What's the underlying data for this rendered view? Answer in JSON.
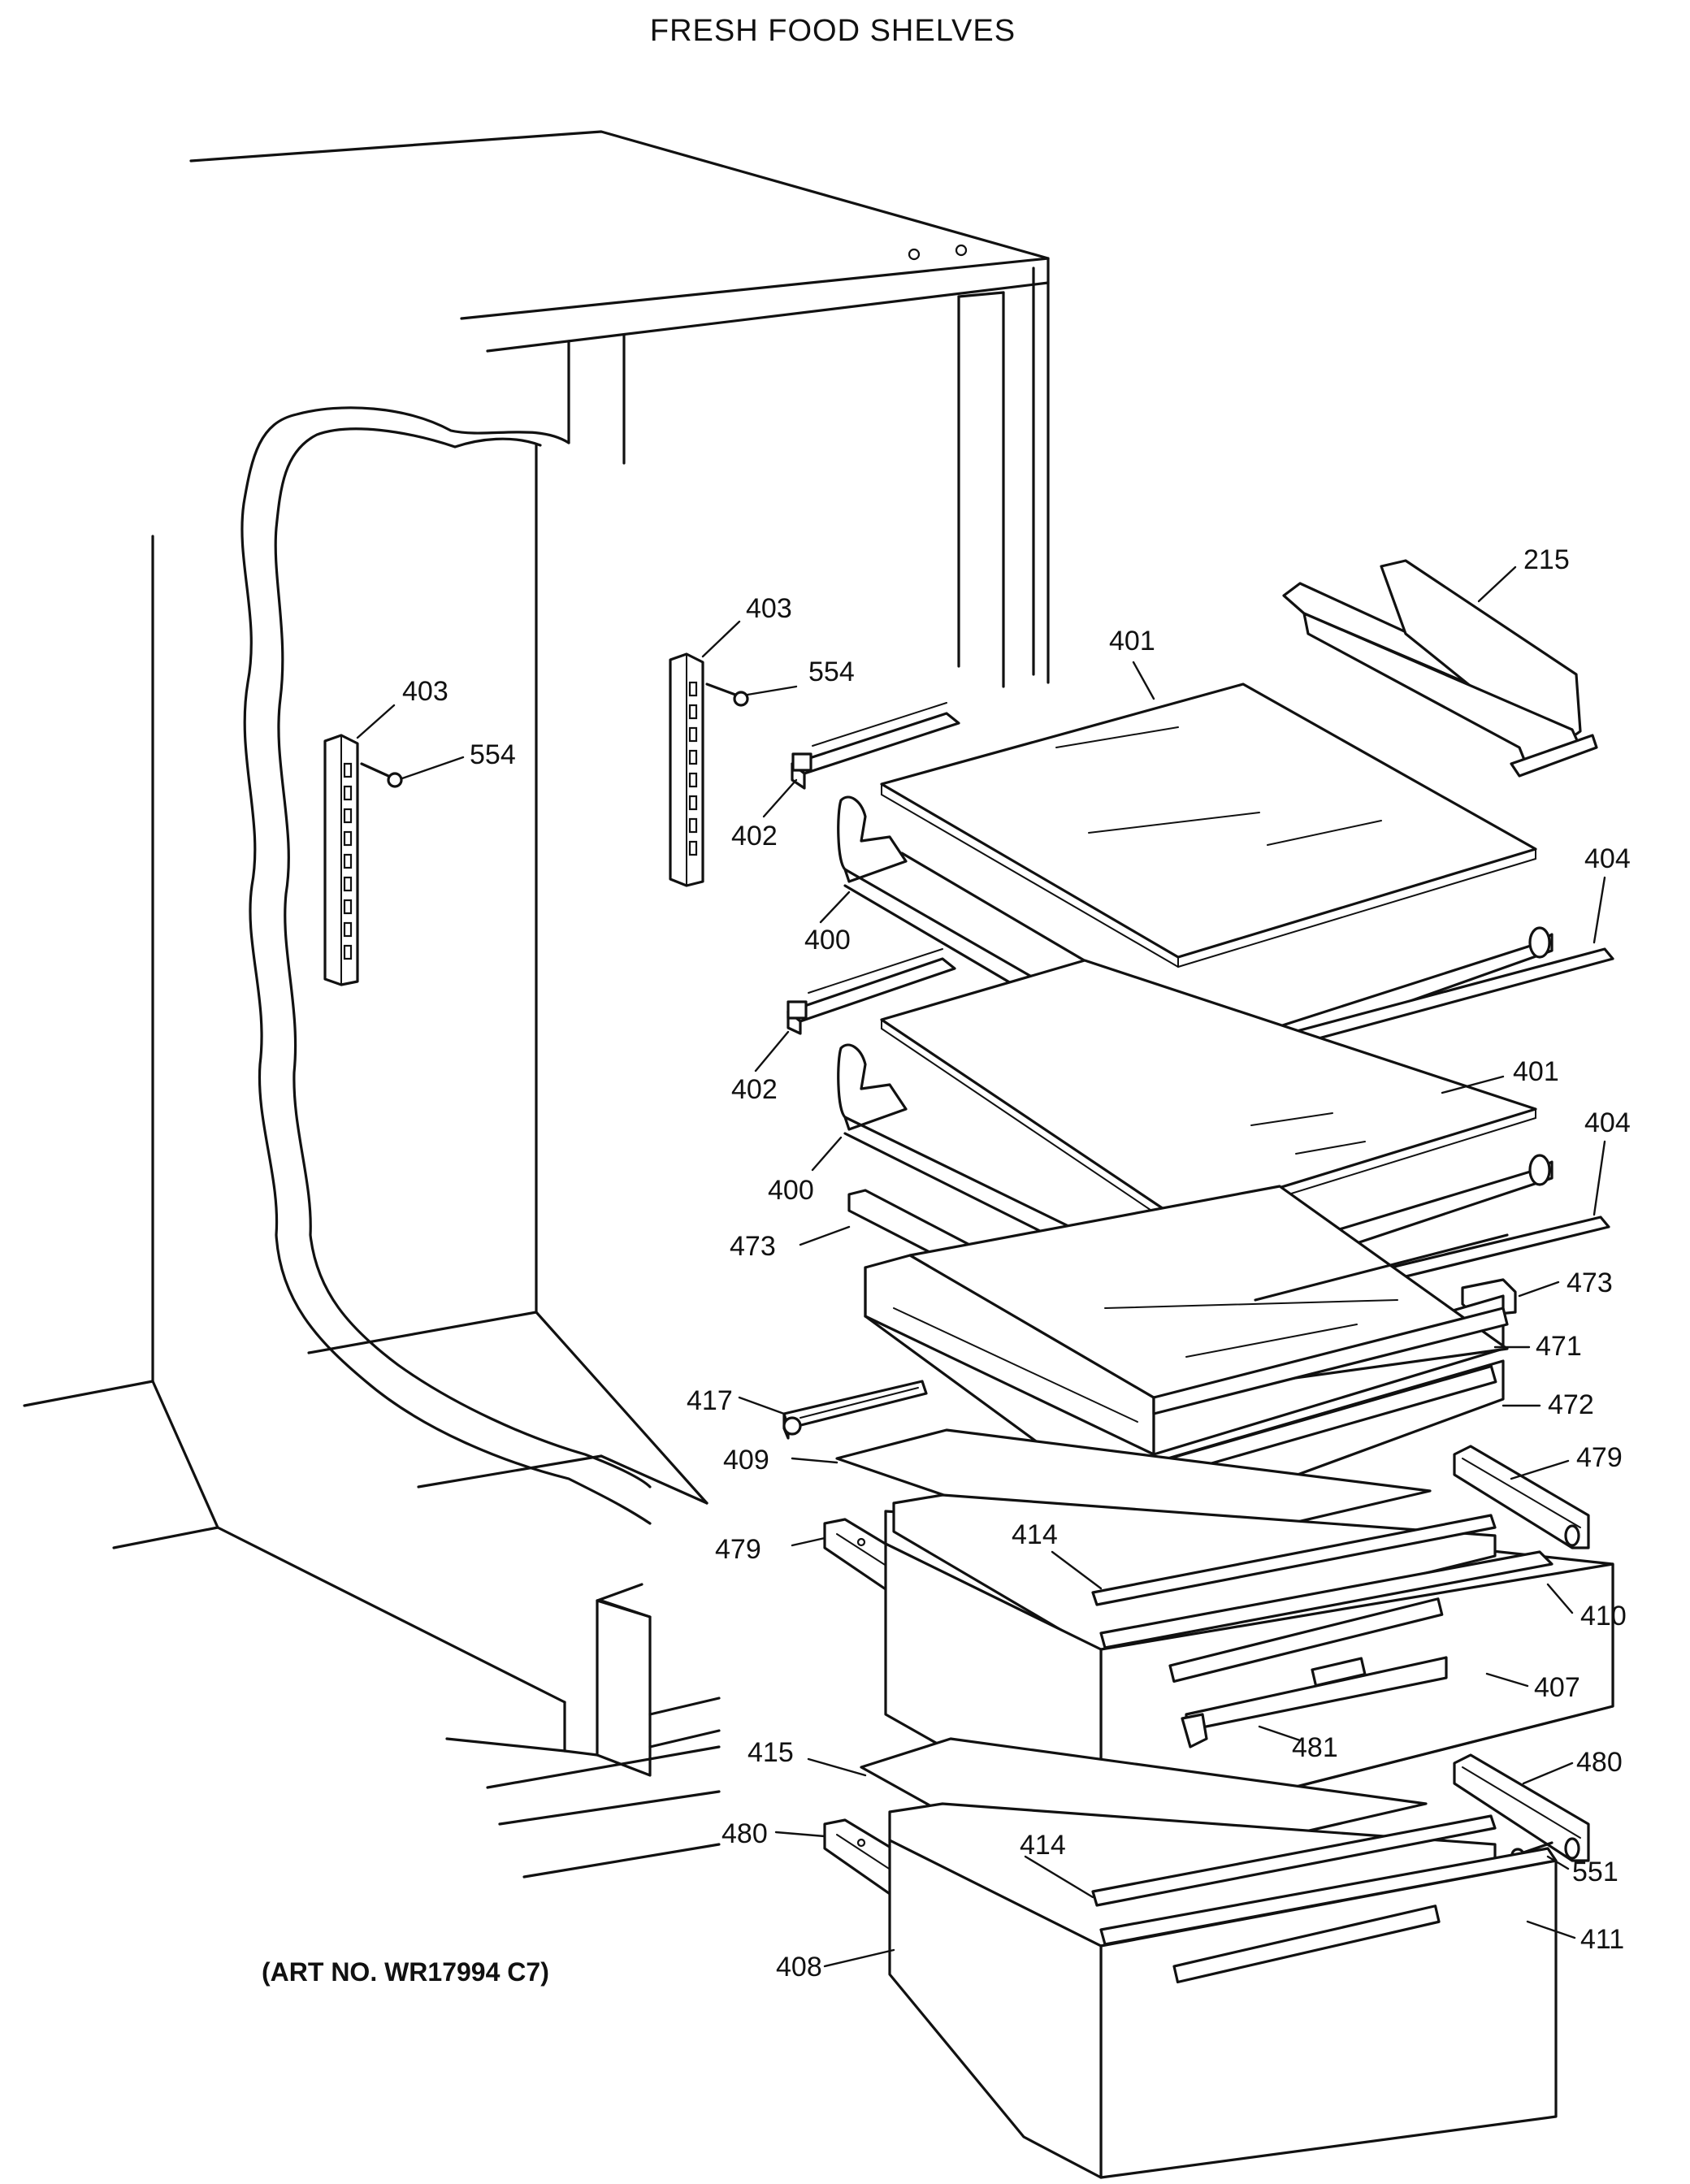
{
  "title": "FRESH FOOD SHELVES",
  "art_number": "(ART NO. WR17994 C7)",
  "callouts": {
    "c215": "215",
    "c401a": "401",
    "c403a": "403",
    "c554a": "554",
    "c403b": "403",
    "c554b": "554",
    "c402a": "402",
    "c400a": "400",
    "c404a": "404",
    "c401b": "401",
    "c402b": "402",
    "c400b": "400",
    "c404b": "404",
    "c473a": "473",
    "c473b": "473",
    "c471": "471",
    "c417": "417",
    "c472": "472",
    "c409": "409",
    "c479a": "479",
    "c479b": "479",
    "c414a": "414",
    "c410": "410",
    "c407": "407",
    "c481": "481",
    "c415": "415",
    "c480a": "480",
    "c480b": "480",
    "c414b": "414",
    "c551": "551",
    "c408": "408",
    "c411": "411"
  }
}
